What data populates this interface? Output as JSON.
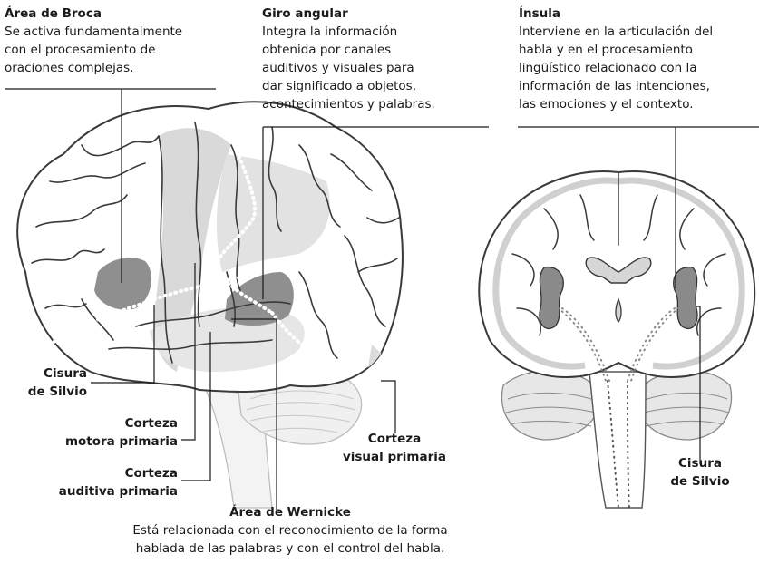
{
  "broca": {
    "title": "Área de Broca",
    "desc": [
      "Se activa fundamentalmente",
      "con el procesamiento de",
      "oraciones complejas."
    ]
  },
  "angular": {
    "title": "Giro angular",
    "desc": [
      "Integra la información",
      "obtenida por canales",
      "auditivos y visuales para",
      "dar significado a objetos,",
      "acontecimientos y palabras."
    ]
  },
  "insula": {
    "title": "Ínsula",
    "desc": [
      "Interviene en la articulación del",
      "habla y en el procesamiento",
      "lingüístico relacionado con la",
      "información de las intenciones,",
      "las emociones y el contexto."
    ]
  },
  "cisura_left": [
    "Cisura",
    "de Silvio"
  ],
  "motora": [
    "Corteza",
    "motora primaria"
  ],
  "auditiva": [
    "Corteza",
    "auditiva primaria"
  ],
  "visual": [
    "Corteza",
    "visual primaria"
  ],
  "cisura_right": [
    "Cisura",
    "de Silvio"
  ],
  "wernicke": {
    "title": "Área de Wernicke",
    "desc": [
      "Está relacionada con el reconocimiento de la forma",
      "hablada de las palabras y con el control del habla."
    ]
  }
}
